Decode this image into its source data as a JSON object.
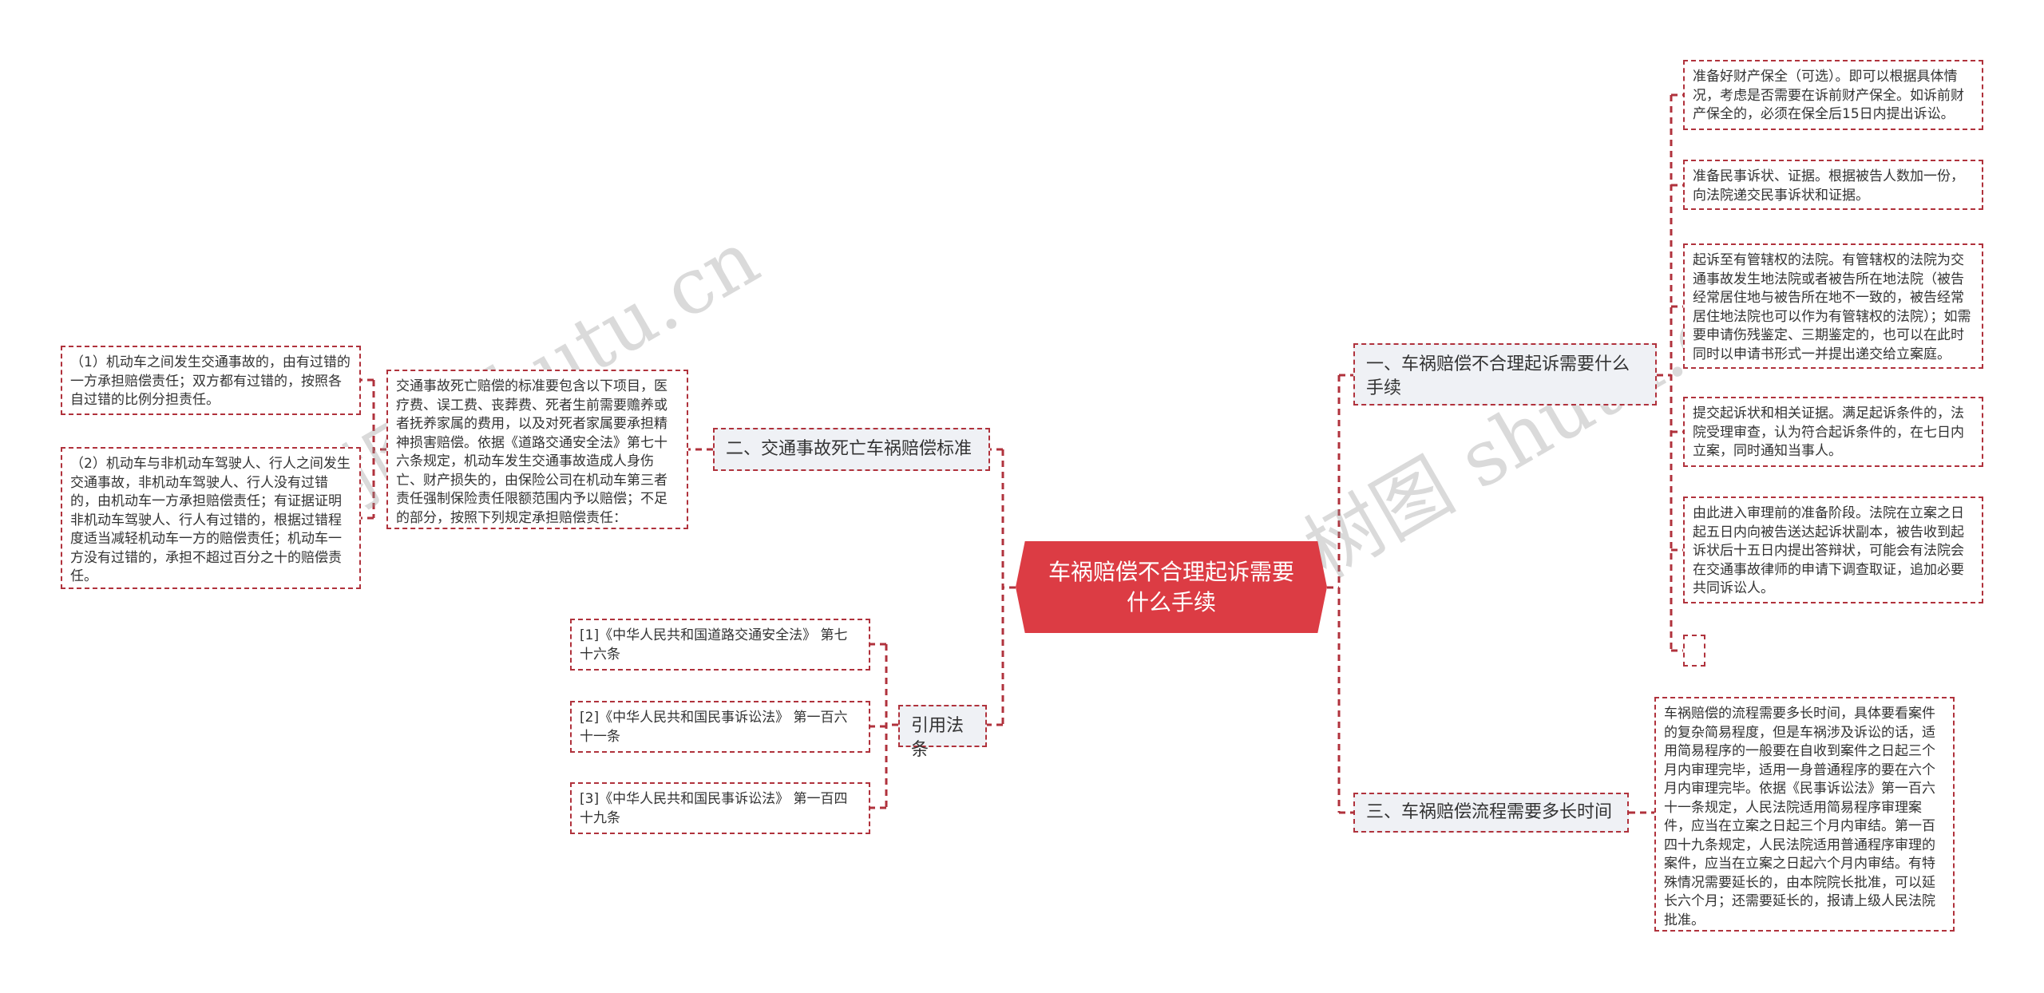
{
  "root": {
    "label": "车祸赔偿不合理起诉需要什么手续",
    "color": "#dc3c44"
  },
  "branches": {
    "one": {
      "label": "一、车祸赔偿不合理起诉需要什么手续",
      "items": [
        "准备好财产保全（可选）。即可以根据具体情况，考虑是否需要在诉前财产保全。如诉前财产保全的，必须在保全后15日内提出诉讼。",
        "准备民事诉状、证据。根据被告人数加一份，向法院递交民事诉状和证据。",
        "起诉至有管辖权的法院。有管辖权的法院为交通事故发生地法院或者被告所在地法院（被告经常居住地与被告所在地不一致的，被告经常居住地法院也可以作为有管辖权的法院）；如需要申请伤残鉴定、三期鉴定的，也可以在此时同时以申请书形式一并提出递交给立案庭。",
        "提交起诉状和相关证据。满足起诉条件的，法院受理审查，认为符合起诉条件的，在七日内立案，同时通知当事人。",
        "由此进入审理前的准备阶段。法院在立案之日起五日内向被告送达起诉状副本，被告收到起诉状后十五日内提出答辩状，可能会有法院会在交通事故律师的申请下调查取证，追加必要共同诉讼人。",
        ""
      ]
    },
    "two": {
      "label": "二、交通事故死亡车祸赔偿标准",
      "text": "交通事故死亡赔偿的标准要包含以下项目，医疗费、误工费、丧葬费、死者生前需要赡养或者抚养家属的费用，以及对死者家属要承担精神损害赔偿。依据《道路交通安全法》第七十六条规定，机动车发生交通事故造成人身伤亡、财产损失的，由保险公司在机动车第三者责任强制保险责任限额范围内予以赔偿；不足的部分，按照下列规定承担赔偿责任：",
      "items": [
        "（1）机动车之间发生交通事故的，由有过错的一方承担赔偿责任；双方都有过错的，按照各自过错的比例分担责任。",
        "（2）机动车与非机动车驾驶人、行人之间发生交通事故，非机动车驾驶人、行人没有过错的，由机动车一方承担赔偿责任；有证据证明非机动车驾驶人、行人有过错的，根据过错程度适当减轻机动车一方的赔偿责任；机动车一方没有过错的，承担不超过百分之十的赔偿责任。"
      ]
    },
    "three": {
      "label": "三、车祸赔偿流程需要多长时间",
      "text": "车祸赔偿的流程需要多长时间，具体要看案件的复杂简易程度，但是车祸涉及诉讼的话，适用简易程序的一般要在自收到案件之日起三个月内审理完毕，适用一身普通程序的要在六个月内审理完毕。依据《民事诉讼法》第一百六十一条规定，人民法院适用简易程序审理案件，应当在立案之日起三个月内审结。第一百四十九条规定，人民法院适用普通程序审理的案件，应当在立案之日起六个月内审结。有特殊情况需要延长的，由本院院长批准，可以延长六个月；还需要延长的，报请上级人民法院批准。"
    },
    "refs": {
      "label": "引用法条",
      "items": [
        "[1]《中华人民共和国道路交通安全法》 第七十六条",
        "[2]《中华人民共和国民事诉讼法》 第一百六十一条",
        "[3]《中华人民共和国民事诉讼法》 第一百四十九条"
      ]
    }
  },
  "watermarks": [
    "树图 shutu.cn",
    "树图 shutu.cn"
  ],
  "colors": {
    "line": "#b0323c",
    "branch_bg": "#eff1f5",
    "root_bg": "#dc3c44"
  }
}
